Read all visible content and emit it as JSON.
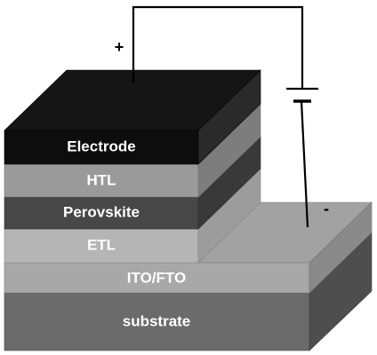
{
  "layers": [
    {
      "id": "substrate",
      "label": "substrate"
    },
    {
      "id": "ito-fto",
      "label": "ITO/FTO"
    },
    {
      "id": "etl",
      "label": "ETL"
    },
    {
      "id": "perovskite",
      "label": "Perovskite"
    },
    {
      "id": "htl",
      "label": "HTL"
    },
    {
      "id": "electrode",
      "label": "Electrode"
    }
  ],
  "terminals": {
    "positive": "+",
    "negative": "-"
  },
  "colors": {
    "substrate": "#6b6b6b",
    "ito_fto": "#a8a8a8",
    "etl": "#b5b5b5",
    "perovskite": "#474747",
    "htl": "#9a9a9a",
    "electrode": "#111111"
  }
}
